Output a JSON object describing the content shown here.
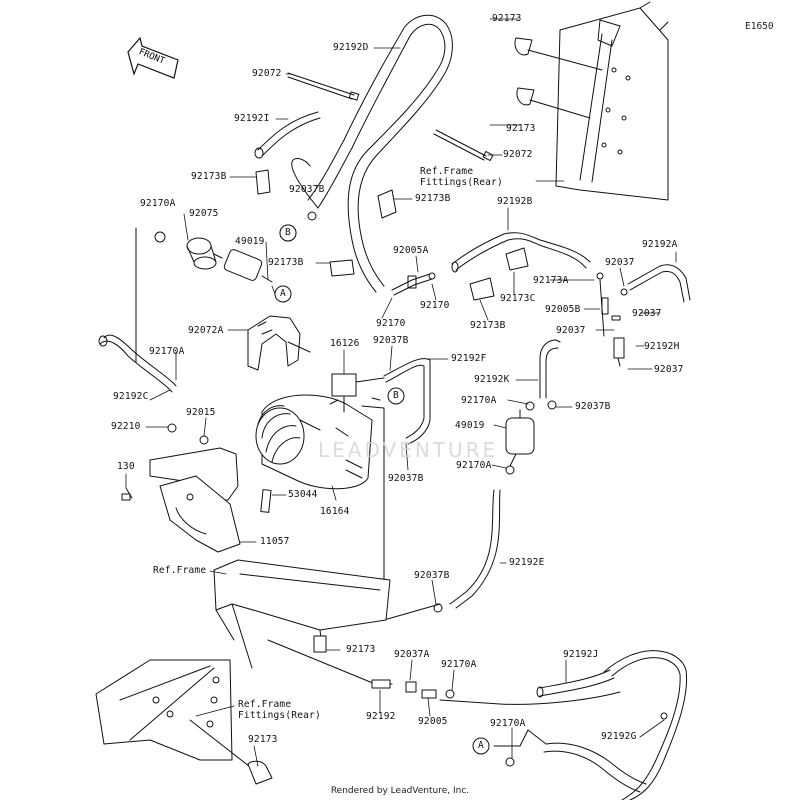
{
  "diagram": {
    "code": "E1650",
    "front_label": "FRONT",
    "watermark": "LEADVENTURE",
    "footer": "Rendered by LeadVenture, Inc.",
    "ref_labels": {
      "ref_frame_fittings_rear_top": "Ref.Frame\nFittings(Rear)",
      "ref_frame_mid": "Ref.Frame",
      "ref_frame_fittings_rear_bottom": "Ref.Frame\nFittings(Rear)"
    },
    "callouts": {
      "a_top": "A",
      "a_bottom": "A",
      "b_left": "B",
      "b_right": "B"
    },
    "parts": [
      {
        "id": "p92173_top",
        "label": "92173"
      },
      {
        "id": "p92192D",
        "label": "92192D"
      },
      {
        "id": "p92072_top",
        "label": "92072"
      },
      {
        "id": "p92173_mid",
        "label": "92173"
      },
      {
        "id": "p92192I",
        "label": "92192I"
      },
      {
        "id": "p92072_right",
        "label": "92072"
      },
      {
        "id": "p92173B_a",
        "label": "92173B"
      },
      {
        "id": "p92037B_a",
        "label": "92037B"
      },
      {
        "id": "p92173B_b",
        "label": "92173B"
      },
      {
        "id": "p92192B",
        "label": "92192B"
      },
      {
        "id": "p92170A_a",
        "label": "92170A"
      },
      {
        "id": "p92075",
        "label": "92075"
      },
      {
        "id": "p49019_a",
        "label": "49019"
      },
      {
        "id": "p92005A",
        "label": "92005A"
      },
      {
        "id": "p92192A",
        "label": "92192A"
      },
      {
        "id": "p92173B_c",
        "label": "92173B"
      },
      {
        "id": "p92173A",
        "label": "92173A"
      },
      {
        "id": "p92037_a",
        "label": "92037"
      },
      {
        "id": "p92170_a",
        "label": "92170"
      },
      {
        "id": "p92173C",
        "label": "92173C"
      },
      {
        "id": "p92005B",
        "label": "92005B"
      },
      {
        "id": "p92037_b",
        "label": "92037"
      },
      {
        "id": "p92170_b",
        "label": "92170"
      },
      {
        "id": "p92173B_d",
        "label": "92173B"
      },
      {
        "id": "p92037_c",
        "label": "92037"
      },
      {
        "id": "p92072A",
        "label": "92072A"
      },
      {
        "id": "p92192H",
        "label": "92192H"
      },
      {
        "id": "p16126",
        "label": "16126"
      },
      {
        "id": "p92037B_b",
        "label": "92037B"
      },
      {
        "id": "p92192F",
        "label": "92192F"
      },
      {
        "id": "p92037_d",
        "label": "92037"
      },
      {
        "id": "p92170A_b",
        "label": "92170A"
      },
      {
        "id": "p92192K",
        "label": "92192K"
      },
      {
        "id": "p92192C",
        "label": "92192C"
      },
      {
        "id": "p92170A_c",
        "label": "92170A"
      },
      {
        "id": "p92037B_c",
        "label": "92037B"
      },
      {
        "id": "p92015",
        "label": "92015"
      },
      {
        "id": "p92210",
        "label": "92210"
      },
      {
        "id": "p49019_b",
        "label": "49019"
      },
      {
        "id": "p92170A_d",
        "label": "92170A"
      },
      {
        "id": "p92037B_d",
        "label": "92037B"
      },
      {
        "id": "p130",
        "label": "130"
      },
      {
        "id": "p53044",
        "label": "53044"
      },
      {
        "id": "p16164",
        "label": "16164"
      },
      {
        "id": "p11057",
        "label": "11057"
      },
      {
        "id": "p92192E",
        "label": "92192E"
      },
      {
        "id": "p92037B_e",
        "label": "92037B"
      },
      {
        "id": "p92173_low",
        "label": "92173"
      },
      {
        "id": "p92037A",
        "label": "92037A"
      },
      {
        "id": "p92170A_e",
        "label": "92170A"
      },
      {
        "id": "p92192J",
        "label": "92192J"
      },
      {
        "id": "p92192",
        "label": "92192"
      },
      {
        "id": "p92005",
        "label": "92005"
      },
      {
        "id": "p92192G",
        "label": "92192G"
      },
      {
        "id": "p92170A_f",
        "label": "92170A"
      },
      {
        "id": "p92173_bottom",
        "label": "92173"
      }
    ]
  }
}
